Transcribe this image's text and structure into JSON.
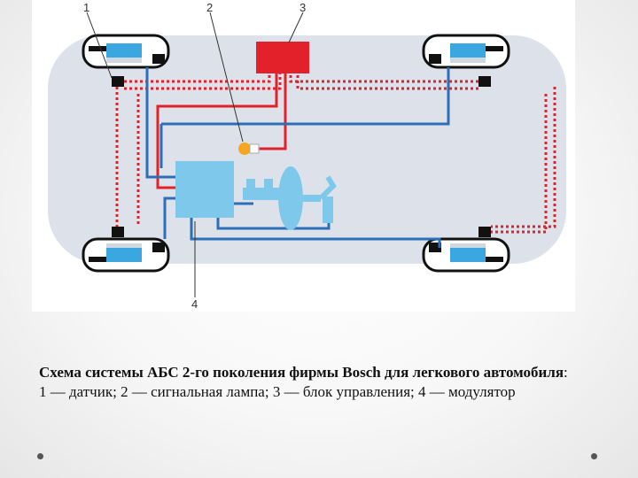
{
  "diagram": {
    "callouts": [
      "1",
      "2",
      "3",
      "4"
    ],
    "colors": {
      "electric": "#e3212b",
      "hydraulic": "#2c6fb6",
      "unit": "#7ec8ec",
      "control": "#e3212b",
      "body": "#dde2ea"
    }
  },
  "caption": {
    "title": "Схема системы АБС 2-го поколения фирмы Bosch для легкового автомобиля",
    "colon": ":",
    "legend": "1 — датчик; 2 — сигнальная лампа; 3 — блок управления; 4 — модулятор"
  },
  "footer": {
    "dots": [
      "left-dot",
      "right-dot"
    ]
  }
}
